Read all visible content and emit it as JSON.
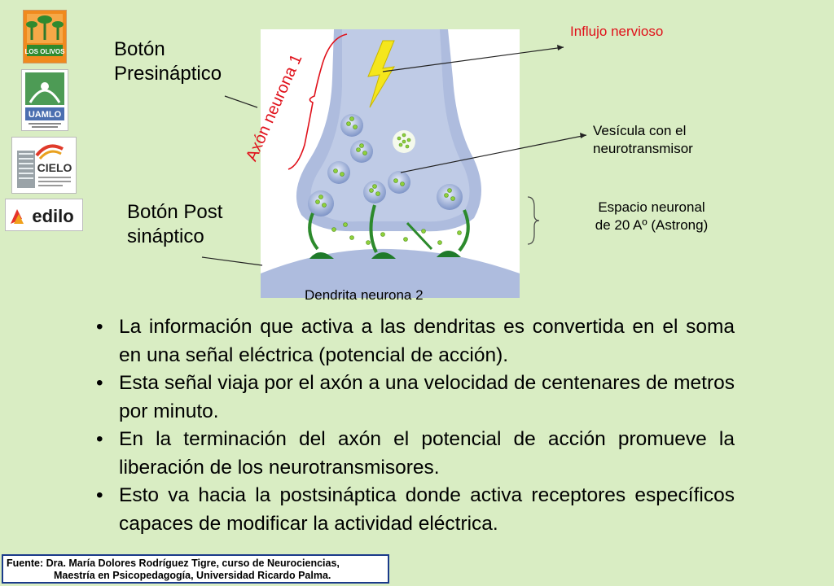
{
  "logos": {
    "los_olivos": "LOS OLIVOS",
    "uamlo": "UAMLO",
    "cielo": "CIELO",
    "edilo": "edilo"
  },
  "diagram": {
    "presynaptic_label": [
      "Botón",
      "Presináptico"
    ],
    "axon_label": "Axón  neurona 1",
    "influx_label": "Influjo nervioso",
    "vesicle_label": [
      "Vesícula con el",
      "neurotransmisor"
    ],
    "postsynaptic_label": [
      "Botón Post",
      "sináptico"
    ],
    "space_label": [
      "Espacio neuronal",
      "de 20 Aº (Astrong)"
    ],
    "dendrite_label": "Dendrita neurona  2"
  },
  "bullets": [
    "La información que activa a las dendritas es convertida en el soma en una señal eléctrica (potencial de acción).",
    "Esta señal viaja por el axón a una velocidad de centenares de metros por minuto.",
    "En la terminación del axón el potencial de acción promueve la liberación de los neurotransmisores.",
    "Esto va hacia la postsináptica donde activa receptores específicos capaces de modificar la actividad eléctrica."
  ],
  "footer": {
    "line1": "Fuente: Dra. María Dolores Rodríguez Tigre, curso de Neurociencias,",
    "line2": "Maestría en Psicopedagogía, Universidad Ricardo Palma."
  },
  "colors": {
    "background": "#d9edc3",
    "red_annotation": "#e0101a",
    "membrane": "#9fb2dc",
    "neurotransmitter": "#8fd13a"
  }
}
